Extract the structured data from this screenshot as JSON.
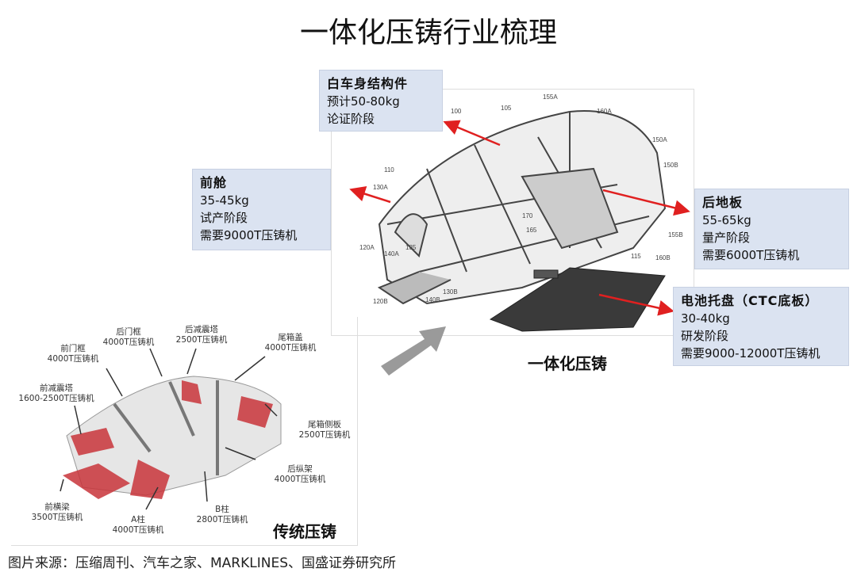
{
  "title": "一体化压铸行业梳理",
  "callouts": {
    "body": {
      "heading": "白车身结构件",
      "lines": [
        "预计50-80kg",
        "论证阶段"
      ]
    },
    "front": {
      "heading": "前舱",
      "lines": [
        "35-45kg",
        "试产阶段",
        "需要9000T压铸机"
      ]
    },
    "rear": {
      "heading": "后地板",
      "lines": [
        "55-65kg",
        "量产阶段",
        "需要6000T压铸机"
      ]
    },
    "battery": {
      "heading": "电池托盘（CTC底板）",
      "lines": [
        "30-40kg",
        "研发阶段",
        "需要9000-12000T压铸机"
      ]
    }
  },
  "integrated_caption": "一体化压铸",
  "traditional_caption": "传统压铸",
  "part_numbers": [
    "100",
    "105",
    "155A",
    "160A",
    "150A",
    "150B",
    "110",
    "130A",
    "170",
    "165",
    "155B",
    "120A",
    "140A",
    "135",
    "115",
    "160B",
    "130B",
    "140B",
    "120B"
  ],
  "traditional_labels": [
    {
      "name": "后门框",
      "spec": "4000T压铸机"
    },
    {
      "name": "后减震塔",
      "spec": "2500T压铸机"
    },
    {
      "name": "尾箱盖",
      "spec": "4000T压铸机"
    },
    {
      "name": "前门框",
      "spec": "4000T压铸机"
    },
    {
      "name": "前减震塔",
      "spec": "1600-2500T压铸机"
    },
    {
      "name": "尾箱侧板",
      "spec": "2500T压铸机"
    },
    {
      "name": "后纵架",
      "spec": "4000T压铸机"
    },
    {
      "name": "前横梁",
      "spec": "3500T压铸机"
    },
    {
      "name": "A柱",
      "spec": "4000T压铸机"
    },
    {
      "name": "B柱",
      "spec": "2800T压铸机"
    }
  ],
  "footer": "图片来源：压缩周刊、汽车之家、MARKLINES、国盛证券研究所"
}
